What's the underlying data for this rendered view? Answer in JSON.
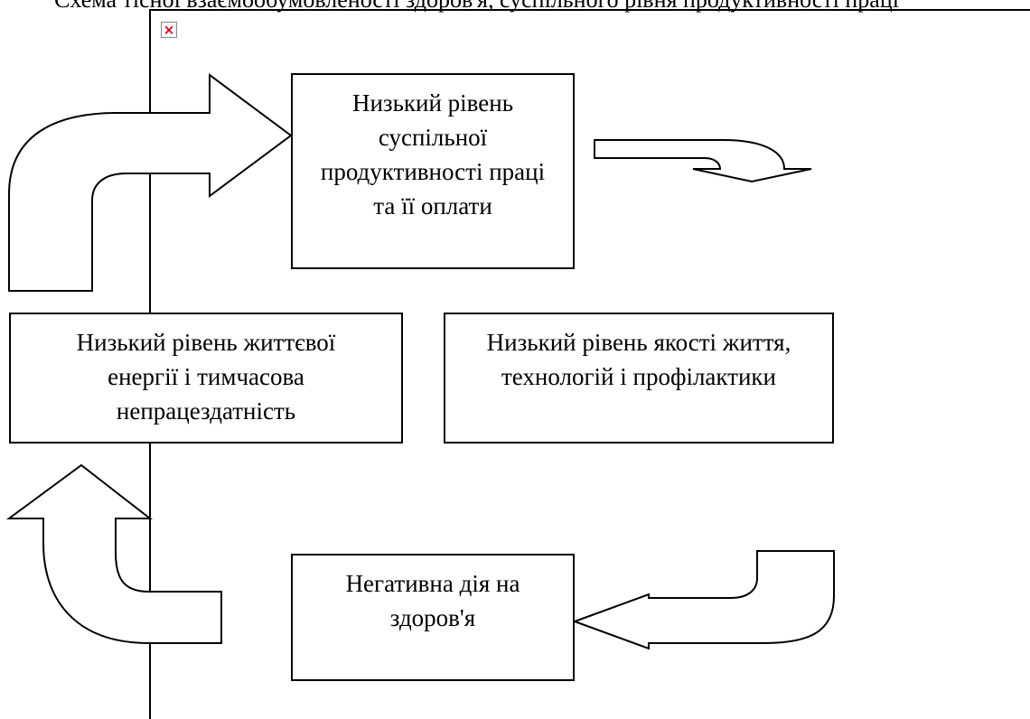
{
  "header": {
    "clipped_text": "Схема тісної взаємообумовленості здоров'я, суспільного рівня продуктивності праці"
  },
  "broken_image": {
    "icon": "broken-image-icon",
    "glyph": "×",
    "color": "#d0021b"
  },
  "diagram": {
    "boxes": {
      "productivity": "Низький рівень суспільної продуктивності праці та її оплати",
      "vital_energy": "Низький рівень життєвої енергії і тимчасова непрацездатність",
      "quality": "Низький рівень якості життя, технологій і профілактики",
      "health": "Негативна дія на здоров'я"
    },
    "arrows": [
      "curved-arrow-up-right",
      "curved-arrow-down-right",
      "curved-arrow-left",
      "curved-arrow-up"
    ],
    "colors": {
      "line": "#000000",
      "fill": "#ffffff"
    }
  }
}
